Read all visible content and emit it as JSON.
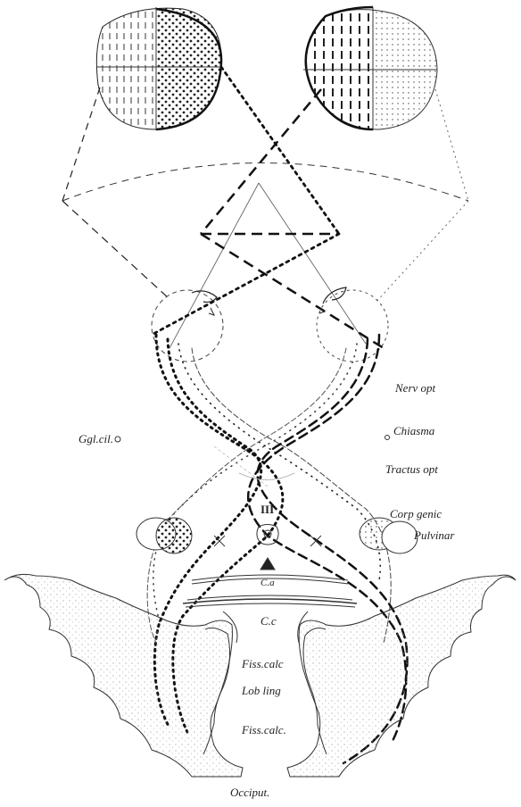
{
  "labels": {
    "nerv_opt": "Nerv opt",
    "chiasma": "Chiasma",
    "gglcil": "Ggl.cil.",
    "tractus_opt": "Tractus opt",
    "III": "III",
    "corp_genic": "Corp genic",
    "pulvinar": "Pulvinar",
    "ca": "C.a",
    "cc": "C.c",
    "fiss_calc_1": "Fiss.calc",
    "lob_ling": "Lob ling",
    "fiss_calc_2": "Fiss.calc.",
    "occiput": "Occiput."
  },
  "colors": {
    "ink": "#222222",
    "shade": "#b5b5b5"
  }
}
